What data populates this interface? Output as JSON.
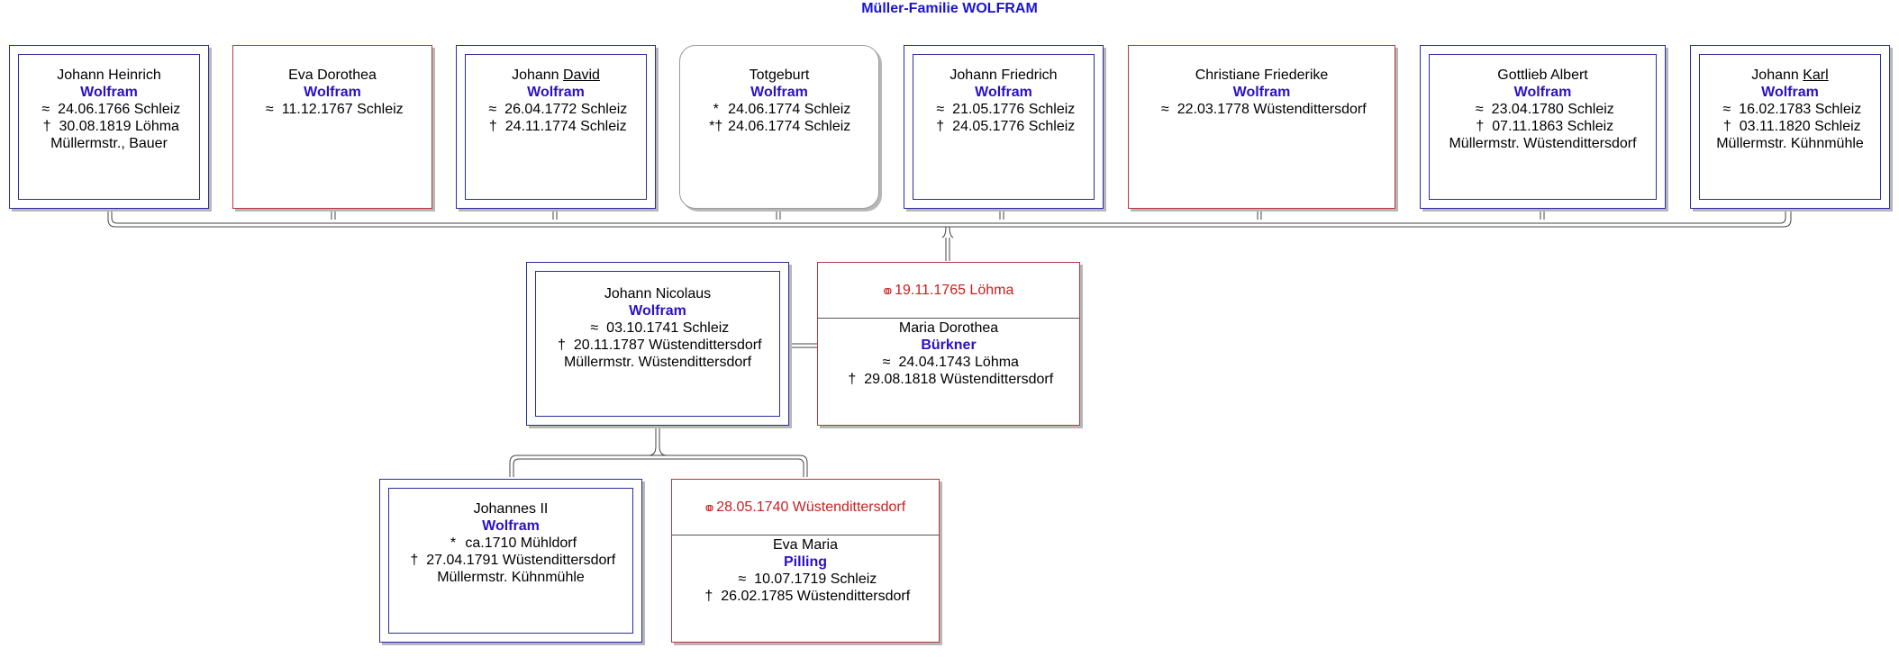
{
  "title": "Müller-Familie WOLFRAM",
  "symbols": {
    "baptism": "≈",
    "death": "†",
    "birth": "*",
    "stillbirth": "*†",
    "marriage": "oo"
  },
  "children": [
    {
      "given_pre": "Johann Heinrich",
      "given_u": "",
      "surname": "Wolfram",
      "events": [
        {
          "sym": "≈",
          "text": "24.06.1766 Schleiz"
        },
        {
          "sym": "†",
          "text": "30.08.1819 Löhma"
        }
      ],
      "occupation": "Müllermstr., Bauer"
    },
    {
      "given_pre": "Eva Dorothea",
      "given_u": "",
      "surname": "Wolfram",
      "events": [
        {
          "sym": "≈",
          "text": "11.12.1767 Schleiz"
        }
      ],
      "occupation": ""
    },
    {
      "given_pre": "Johann ",
      "given_u": "David",
      "surname": "Wolfram",
      "events": [
        {
          "sym": "≈",
          "text": "26.04.1772 Schleiz"
        },
        {
          "sym": "†",
          "text": "24.11.1774 Schleiz"
        }
      ],
      "occupation": ""
    },
    {
      "given_pre": "Totgeburt",
      "given_u": "",
      "surname": "Wolfram",
      "events": [
        {
          "sym": "*",
          "text": "24.06.1774 Schleiz"
        },
        {
          "sym": "*†",
          "text": "24.06.1774 Schleiz"
        }
      ],
      "occupation": ""
    },
    {
      "given_pre": "Johann Friedrich",
      "given_u": "",
      "surname": "Wolfram",
      "events": [
        {
          "sym": "≈",
          "text": "21.05.1776 Schleiz"
        },
        {
          "sym": "†",
          "text": "24.05.1776 Schleiz"
        }
      ],
      "occupation": ""
    },
    {
      "given_pre": "Christiane Friederike",
      "given_u": "",
      "surname": "Wolfram",
      "events": [
        {
          "sym": "≈",
          "text": "22.03.1778 Wüstendittersdorf"
        }
      ],
      "occupation": ""
    },
    {
      "given_pre": "Gottlieb Albert",
      "given_u": "",
      "surname": "Wolfram",
      "events": [
        {
          "sym": "≈",
          "text": "23.04.1780 Schleiz"
        },
        {
          "sym": "†",
          "text": "07.11.1863 Schleiz"
        }
      ],
      "occupation": "Müllermstr. Wüstendittersdorf"
    },
    {
      "given_pre": "Johann ",
      "given_u": "Karl",
      "surname": "Wolfram",
      "events": [
        {
          "sym": "≈",
          "text": "16.02.1783 Schleiz"
        },
        {
          "sym": "†",
          "text": "03.11.1820 Schleiz"
        }
      ],
      "occupation": "Müllermstr. Kühnmühle"
    }
  ],
  "father": {
    "given": "Johann Nicolaus",
    "surname": "Wolfram",
    "events": [
      {
        "sym": "≈",
        "text": "03.10.1741 Schleiz"
      },
      {
        "sym": "†",
        "text": "20.11.1787 Wüstendittersdorf"
      }
    ],
    "occupation": "Müllermstr. Wüstendittersdorf"
  },
  "mother": {
    "marriage": "19.11.1765 Löhma",
    "given": "Maria Dorothea",
    "surname": "Bürkner",
    "events": [
      {
        "sym": "≈",
        "text": "24.04.1743 Löhma"
      },
      {
        "sym": "†",
        "text": "29.08.1818 Wüstendittersdorf"
      }
    ]
  },
  "grandfather": {
    "given": "Johannes II",
    "surname": "Wolfram",
    "events": [
      {
        "sym": "*",
        "text": "ca.1710 Mühldorf"
      },
      {
        "sym": "†",
        "text": "27.04.1791 Wüstendittersdorf"
      }
    ],
    "occupation": "Müllermstr. Kühnmühle"
  },
  "grandmother": {
    "marriage": "28.05.1740 Wüstendittersdorf",
    "given": "Eva Maria",
    "surname": "Pilling",
    "events": [
      {
        "sym": "≈",
        "text": "10.07.1719 Schleiz"
      },
      {
        "sym": "†",
        "text": "26.02.1785 Wüstendittersdorf"
      }
    ]
  },
  "colors": {
    "title": "#1a14d2",
    "surname": "#2a10c8",
    "male_border": "#2a2ca0",
    "female_border": "#b53a3a",
    "marriage_text": "#c82020"
  }
}
